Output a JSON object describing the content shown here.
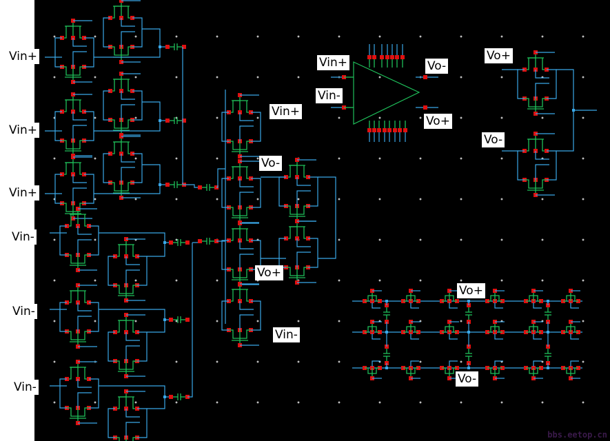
{
  "labels": {
    "left_inputs": [
      "Vin+",
      "Vin+",
      "Vin+",
      "Vin-",
      "Vin-",
      "Vin-"
    ],
    "mid_vin_plus": "Vin+",
    "mid_vo_minus": "Vo-",
    "mid_vo_plus": "Vo+",
    "mid_vin_minus": "Vin-",
    "amp_vin_plus": "Vin+",
    "amp_vin_minus": "Vin-",
    "amp_vo_minus": "Vo-",
    "amp_vo_plus": "Vo+",
    "cmfb_vo_plus": "Vo+",
    "cmfb_vo_minus": "Vo-",
    "array_vo_plus": "Vo+",
    "array_vo_minus": "Vo-"
  },
  "symbols": {
    "amplifier": "fully-differential-opamp",
    "transistor": "mos-transistor-pair",
    "capacitor": "capacitor"
  },
  "colors": {
    "background": "#000000",
    "wire": "#3aa8e8",
    "device": "#1fbf5a",
    "pin": "#e01010",
    "grid_dot": "#ffffff",
    "label_bg": "#ffffff",
    "watermark": "#3a1a4a"
  },
  "watermark": "bbs.eetop.cn"
}
